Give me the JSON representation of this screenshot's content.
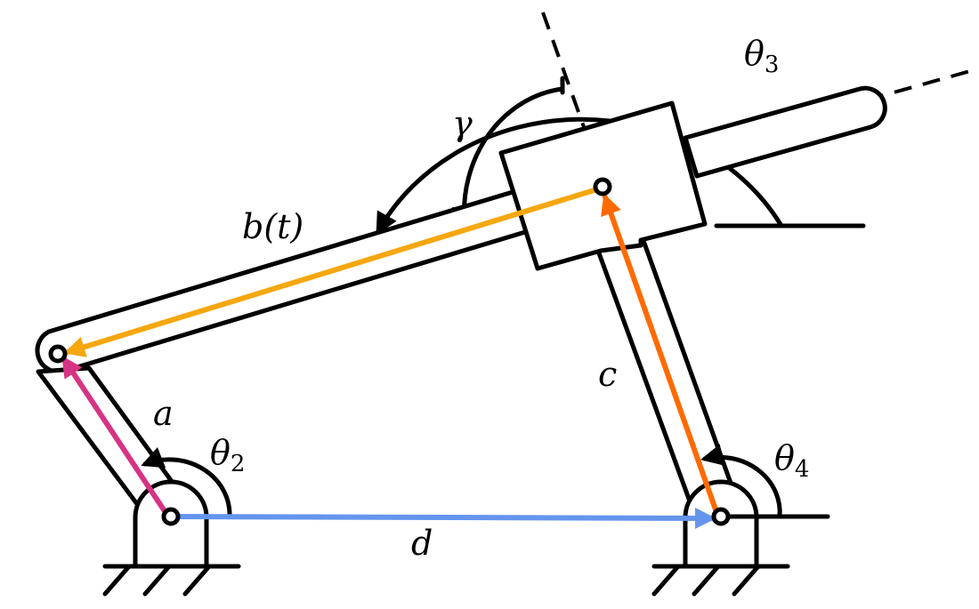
{
  "labels": {
    "b": "b(t)",
    "gamma": "γ",
    "theta3": "θ",
    "theta3_sub": "3",
    "c": "c",
    "a": "a",
    "theta2": "θ",
    "theta2_sub": "2",
    "theta4": "θ",
    "theta4_sub": "4",
    "d": "d"
  },
  "colors": {
    "ink": "#000000",
    "vector_a": "#d63384",
    "vector_b": "#f5a70f",
    "vector_c": "#ff6a00",
    "vector_d": "#6495ed"
  }
}
